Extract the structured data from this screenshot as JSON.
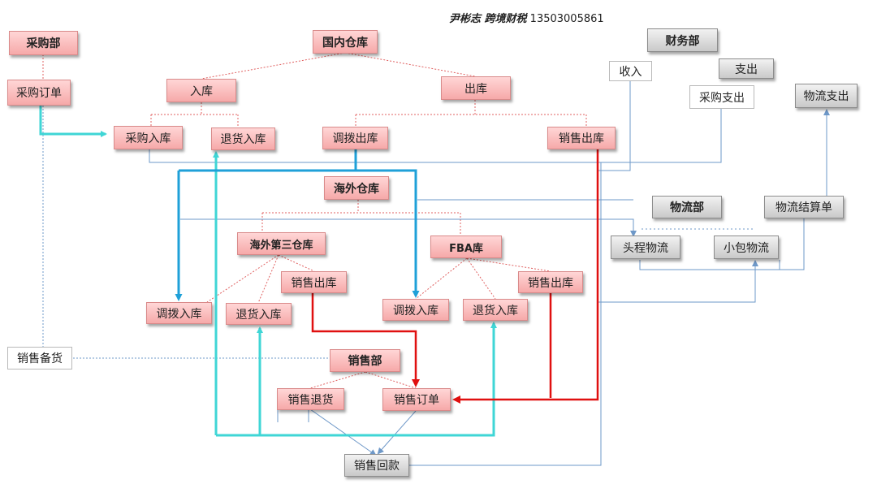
{
  "header": {
    "author": "尹彬志 跨境财税",
    "phone": "13503005861"
  },
  "nodes": {
    "purchasing_dept": "采购部",
    "purchase_order": "采购订单",
    "domestic_warehouse": "国内仓库",
    "inbound": "入库",
    "outbound": "出库",
    "purchase_inbound": "采购入库",
    "return_inbound_domestic": "退货入库",
    "transfer_outbound": "调拨出库",
    "sales_outbound_domestic": "销售出库",
    "finance_dept": "财务部",
    "income": "收入",
    "expense": "支出",
    "purchase_expense": "采购支出",
    "logistics_expense": "物流支出",
    "overseas_warehouse": "海外仓库",
    "third_party_warehouse": "海外第三仓库",
    "fba_warehouse": "FBA库",
    "sales_outbound_3pl": "销售出库",
    "sales_outbound_fba": "销售出库",
    "transfer_inbound_3pl": "调拨入库",
    "return_inbound_3pl": "退货入库",
    "transfer_inbound_fba": "调拨入库",
    "return_inbound_fba": "退货入库",
    "logistics_dept": "物流部",
    "logistics_settlement": "物流结算单",
    "first_leg_logistics": "头程物流",
    "parcel_logistics": "小包物流",
    "sales_stock": "销售备货",
    "sales_dept": "销售部",
    "sales_return": "销售退货",
    "sales_order": "销售订单",
    "sales_collection": "销售回款"
  },
  "colors": {
    "pink_node": "#f6a9a9",
    "gray_node": "#c9c9c9",
    "tree_line": "#e06060",
    "cyan_arrow": "#3fd6d6",
    "blue_arrow": "#1fa0d8",
    "red_arrow": "#e01010",
    "thin_blue": "#6e98c8"
  }
}
